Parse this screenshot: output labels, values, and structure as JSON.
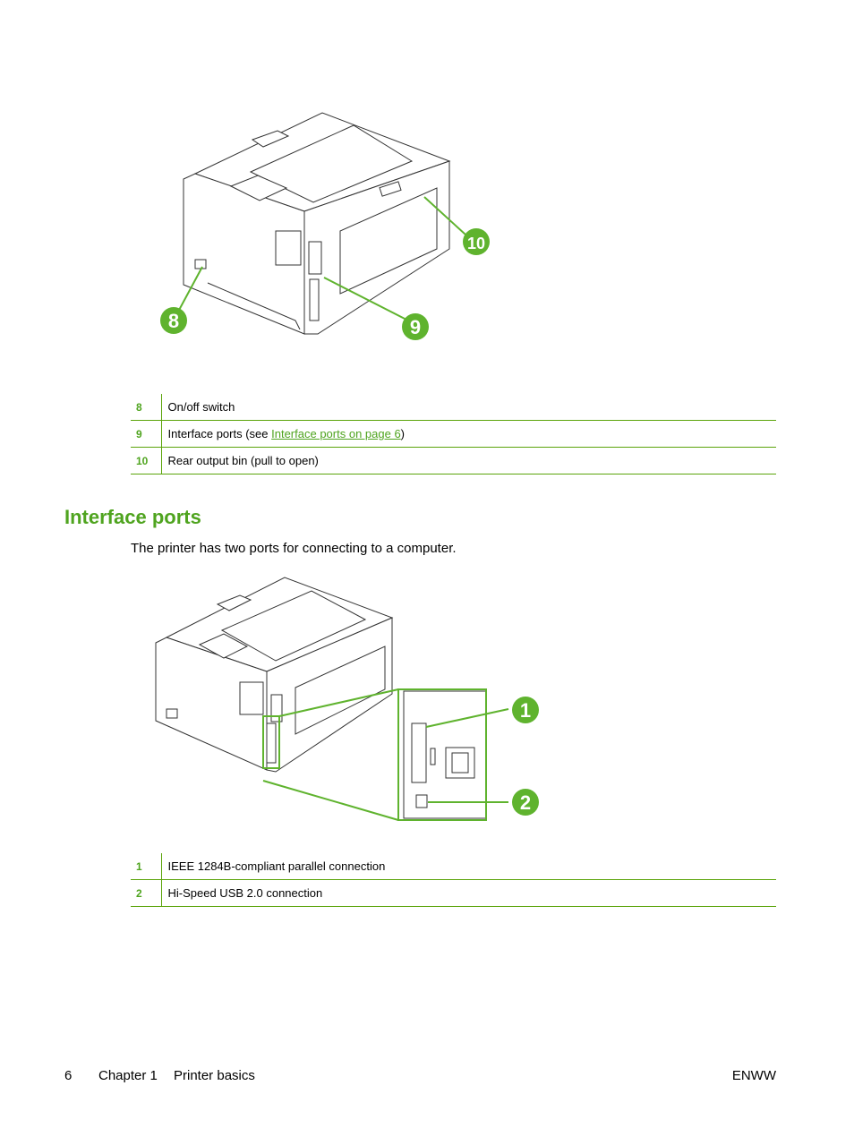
{
  "figure1": {
    "callouts": [
      "8",
      "9",
      "10"
    ],
    "accent": "#5fb32e"
  },
  "table1": {
    "rows": [
      {
        "num": "8",
        "text": "On/off switch"
      },
      {
        "num": "9",
        "text_before": "Interface ports (see ",
        "link": "Interface ports on page 6",
        "text_after": ")"
      },
      {
        "num": "10",
        "text": "Rear output bin (pull to open)"
      }
    ]
  },
  "section": {
    "title": "Interface ports",
    "intro": "The printer has two ports for connecting to a computer."
  },
  "figure2": {
    "callouts": [
      "1",
      "2"
    ]
  },
  "table2": {
    "rows": [
      {
        "num": "1",
        "text": "IEEE 1284B-compliant parallel connection"
      },
      {
        "num": "2",
        "text": "Hi-Speed USB 2.0 connection"
      }
    ]
  },
  "footer": {
    "page_number": "6",
    "chapter": "Chapter 1",
    "chapter_title": "Printer basics",
    "doc_code": "ENWW"
  },
  "colors": {
    "accent_green": "#4fa41f",
    "rule_green": "#5ba40a",
    "text": "#000000"
  }
}
